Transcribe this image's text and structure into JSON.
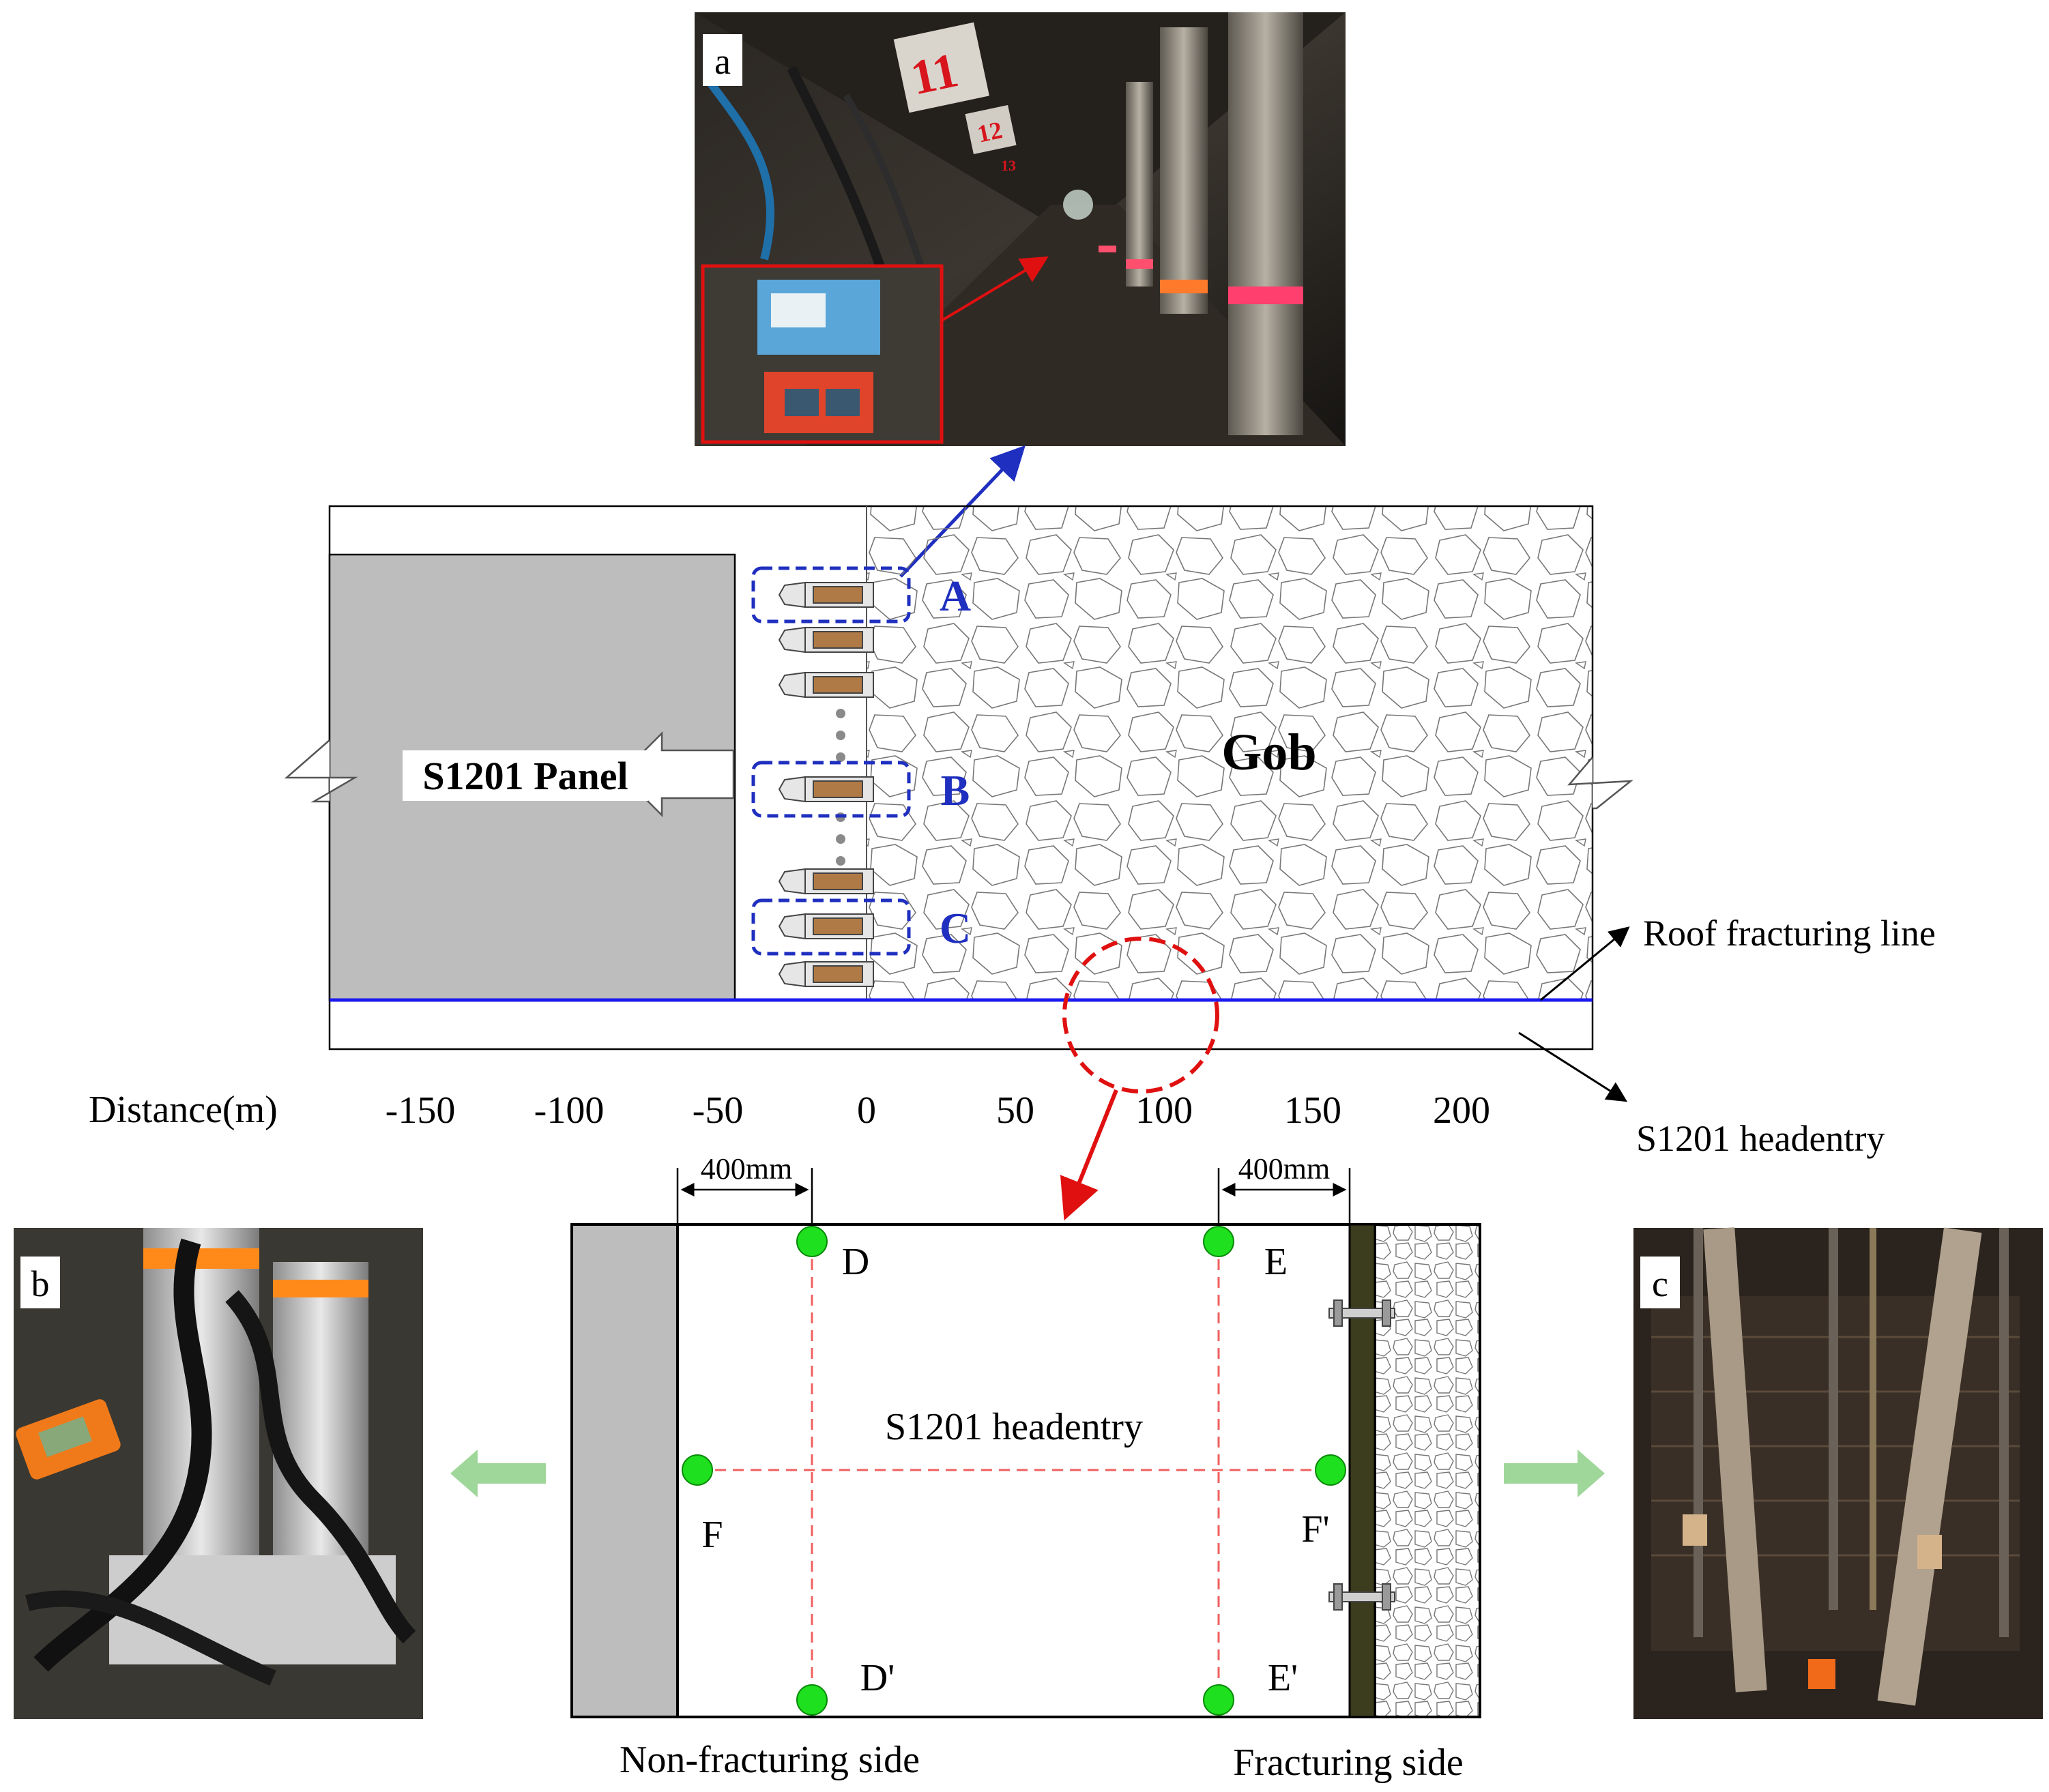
{
  "photos": {
    "a": {
      "label": "a",
      "support_numbers": [
        "11",
        "12",
        "13"
      ]
    },
    "b": {
      "label": "b"
    },
    "c": {
      "label": "c"
    }
  },
  "plan": {
    "panel_label": "S1201 Panel",
    "gob_label": "Gob",
    "stations": [
      "A",
      "B",
      "C"
    ],
    "roof_line_label": "Roof fracturing line",
    "headentry_label": "S1201 headentry",
    "axis_label": "Distance(m)",
    "axis_ticks": [
      "-150",
      "-100",
      "-50",
      "0",
      "50",
      "100",
      "150",
      "200"
    ],
    "axis_values": [
      -150,
      -100,
      -50,
      0,
      50,
      100,
      150,
      200
    ]
  },
  "detail": {
    "title": "S1201 headentry",
    "dim_left": "400mm",
    "dim_right": "400mm",
    "points": {
      "D": "D",
      "E": "E",
      "F": "F",
      "Fp": "F'",
      "Dp": "D'",
      "Ep": "E'"
    },
    "bottom_left_label": "Non-fracturing side",
    "bottom_right_label": "Fracturing side"
  },
  "colors": {
    "panel_gray": "#bdbdbd",
    "station_blue": "#1f2fbf",
    "roof_line_blue": "#1a1aee",
    "callout_red": "#e01010",
    "point_green": "#1ee01e",
    "arrow_green": "#9fd79a",
    "bolt_wall": "#3c3c1e"
  }
}
